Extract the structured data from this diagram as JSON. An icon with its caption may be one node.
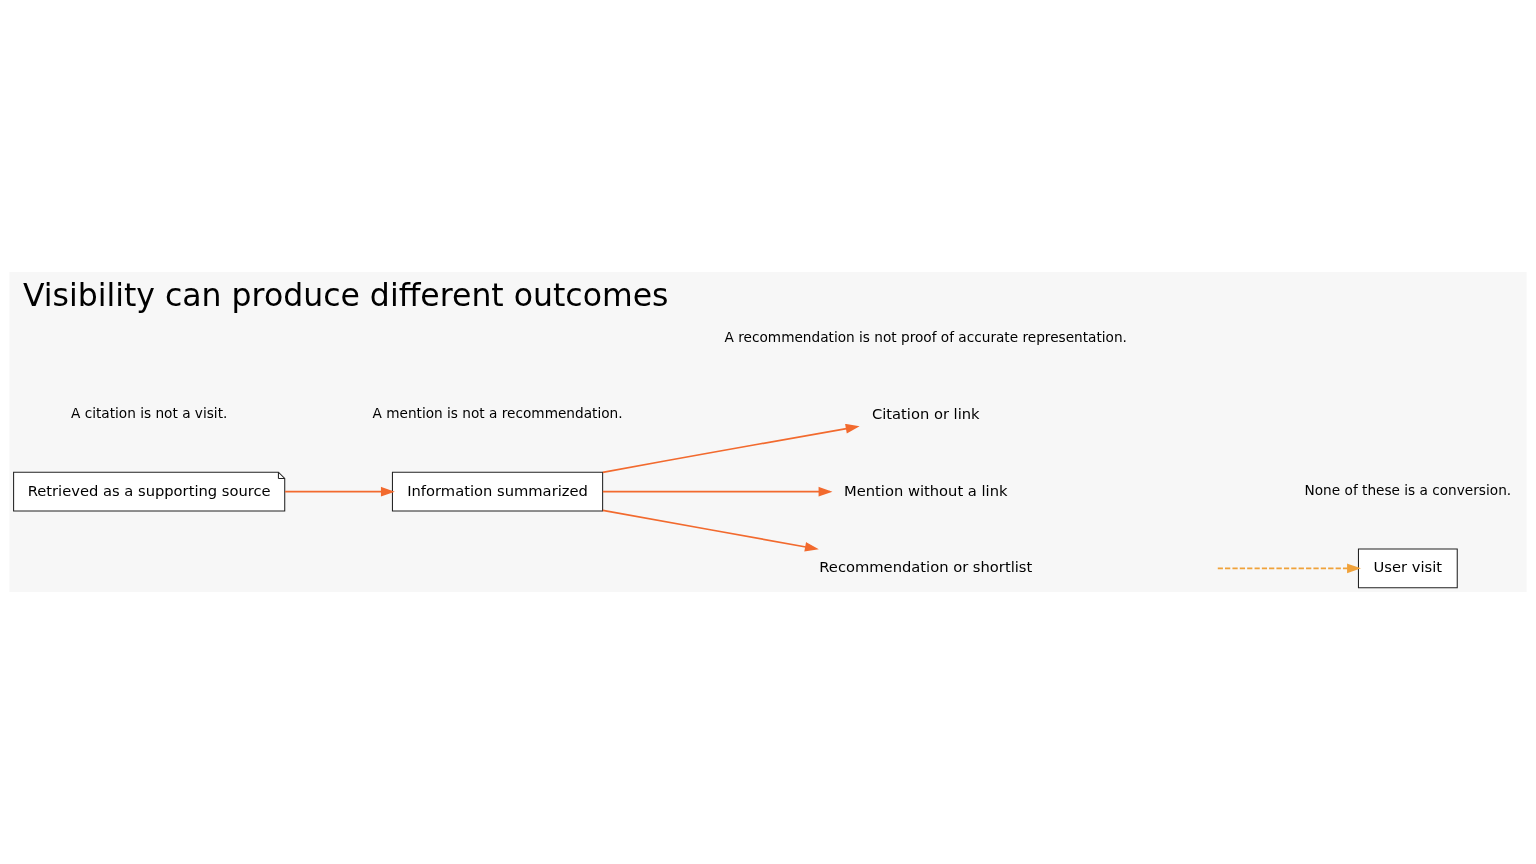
{
  "diagram": {
    "title": "Visibility can produce different outcomes",
    "nodes": [
      {
        "text": [
          "Retrieved as a supporting source"
        ]
      },
      {
        "text": [
          "Information summarized"
        ]
      },
      {
        "text": [
          "Citation or link"
        ]
      },
      {
        "text": [
          "Mention without a link"
        ]
      },
      {
        "text": [
          "Recommendation or shortlist"
        ]
      },
      {
        "text": [
          "User visit"
        ]
      }
    ],
    "edges": [
      {
        "from": 0,
        "to": 1,
        "arrow": "to"
      },
      {
        "from": 1,
        "to": 2,
        "arrow": "to"
      },
      {
        "from": 1,
        "to": 3,
        "arrow": "to"
      },
      {
        "from": 1,
        "to": 4,
        "arrow": "to"
      },
      {
        "from": null,
        "to": 5,
        "arrow": "to",
        "style": "dashed",
        "color": "#f0a23a"
      }
    ],
    "labels": [
      "A citation is not a visit.",
      "A mention is not a recommendation.",
      "A recommendation is not proof of accurate representation.",
      "None of these is a conversion."
    ]
  }
}
